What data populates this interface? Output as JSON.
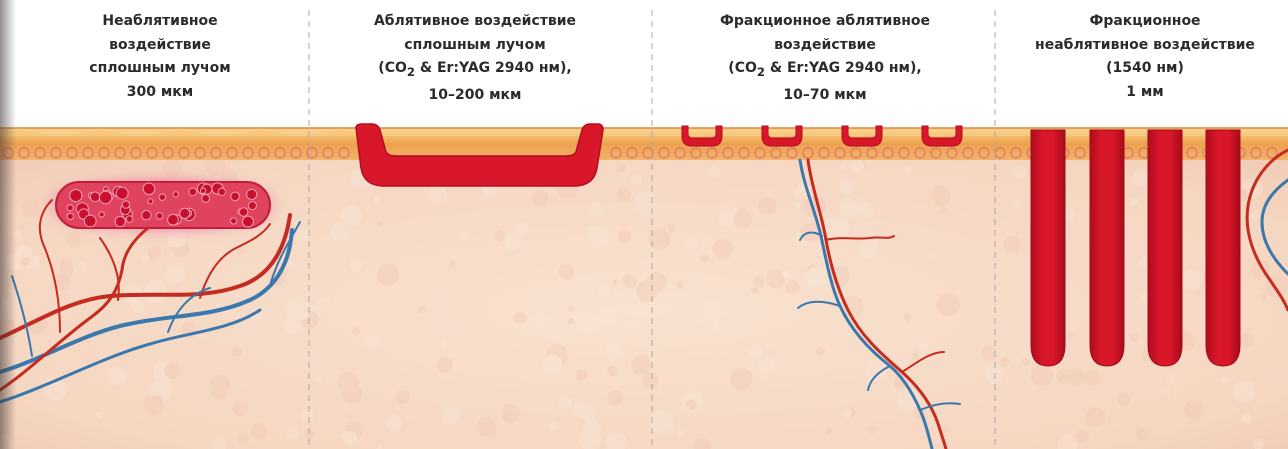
{
  "panels": [
    {
      "lines": [
        "Неаблятивное",
        "воздействие",
        "сплошным лучом",
        "300 мкм"
      ]
    },
    {
      "lines": [
        "Аблятивное воздействие",
        "сплошным лучом"
      ],
      "formula": {
        "open": "(CO",
        "sub": "2",
        "rest": " & Er:YAG 2940 нм),"
      },
      "tail": "10–200 мкм"
    },
    {
      "lines": [
        "Фракционное аблятивное",
        "воздействие"
      ],
      "formula": {
        "open": "(CO",
        "sub": "2",
        "rest": " & Er:YAG 2940 нм),"
      },
      "tail": "10–70 мкм"
    },
    {
      "lines": [
        "Фракционное",
        "неаблятивное воздействие",
        "(1540 нм)",
        "1 мм"
      ]
    }
  ],
  "colors": {
    "skin": "#f6d9c4",
    "epidermis": "#e9a25a",
    "stratum": "#f4c27a",
    "laser_red": "#d8172a",
    "artery": "#c62b1f",
    "vein": "#3a78ad",
    "divider": "#a9a9a9"
  }
}
